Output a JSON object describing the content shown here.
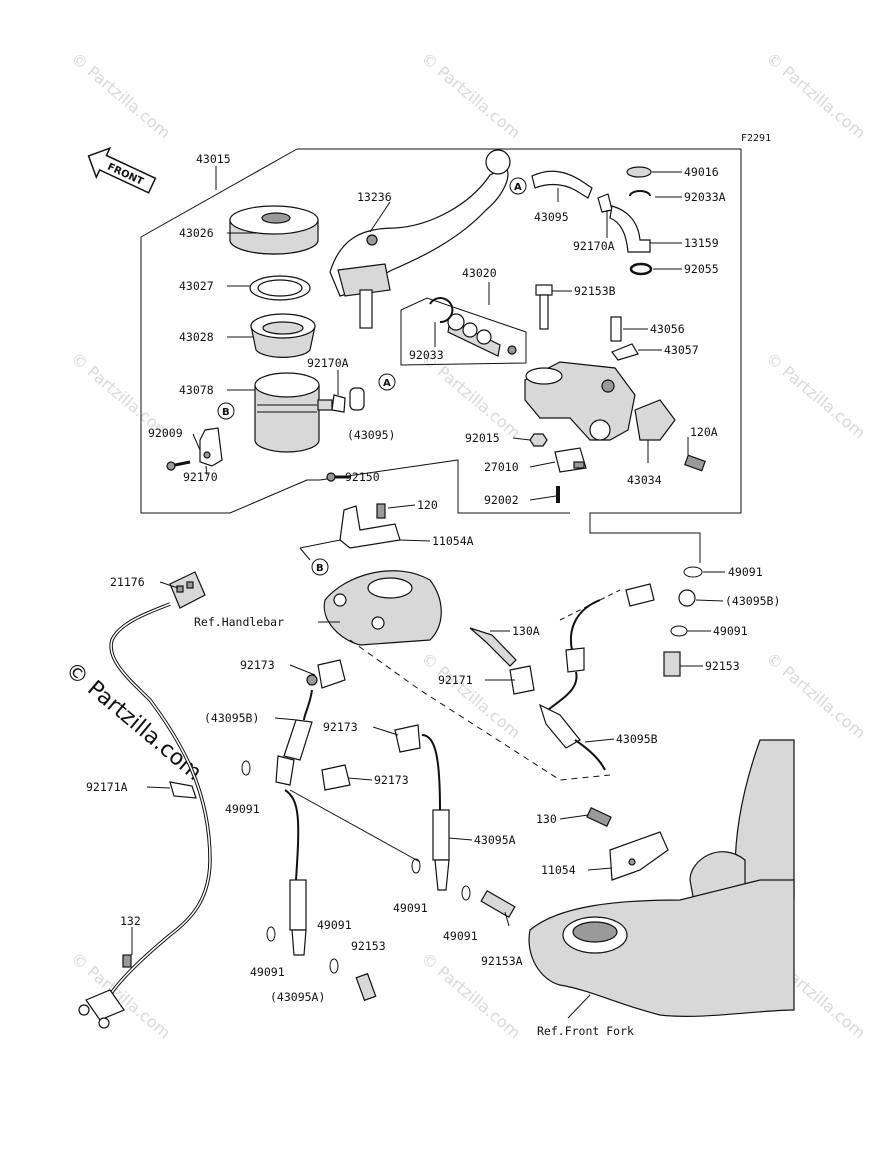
{
  "diagram_code": "F2291",
  "front_label": "FRONT",
  "watermark": "© Partzilla.com",
  "watermark_large": "© Partzilla.com",
  "ref_handlebar": "Ref.Handlebar",
  "ref_front_fork": "Ref.Front Fork",
  "circle_a": "A",
  "circle_b": "B",
  "parts": {
    "p43015": "43015",
    "p43026": "43026",
    "p43027": "43027",
    "p43028": "43028",
    "p43078": "43078",
    "p92009": "92009",
    "p92170": "92170",
    "p92150": "92150",
    "p13236": "13236",
    "p92170A_1": "92170A",
    "p43095_paren": "(43095)",
    "p43020": "43020",
    "p92033": "92033",
    "p92153B": "92153B",
    "p92015": "92015",
    "p27010": "27010",
    "p92002": "92002",
    "p43095_top": "43095",
    "p92170A_2": "92170A",
    "p49016": "49016",
    "p92033A": "92033A",
    "p13159": "13159",
    "p92055": "92055",
    "p43056": "43056",
    "p43057": "43057",
    "p120A": "120A",
    "p43034": "43034",
    "p120": "120",
    "p11054A": "11054A",
    "p21176": "21176",
    "p49091_1": "49091",
    "p43095B_paren_right": "(43095B)",
    "p49091_2": "49091",
    "p92153_right": "92153",
    "p130A": "130A",
    "p92171": "92171",
    "p43095B": "43095B",
    "p92173_1": "92173",
    "p43095B_paren_left": "(43095B)",
    "p92173_2": "92173",
    "p92173_3": "92173",
    "p49091_3": "49091",
    "p92171A": "92171A",
    "p43095A": "43095A",
    "p130": "130",
    "p11054": "11054",
    "p49091_4": "49091",
    "p49091_5": "49091",
    "p92153A": "92153A",
    "p132": "132",
    "p49091_6": "49091",
    "p49091_7": "49091",
    "p92153_bottom": "92153",
    "p43095A_paren": "(43095A)"
  }
}
